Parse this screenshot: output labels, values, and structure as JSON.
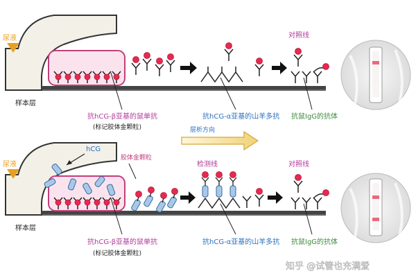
{
  "top": {
    "urine": "尿液",
    "sample_layer": "样本层",
    "ab_line1": "抗hCG-β亚基的鼠单抗",
    "ab_line2": "(标记胶体金颗粒)",
    "goat_ab": "抗hCG-α亚基的山羊多抗",
    "anti_igg": "抗鼠IgG的抗体",
    "control_line": "对照线"
  },
  "flow_direction": "层析方向",
  "bottom": {
    "urine": "尿液",
    "hcg": "hCG",
    "gold_particle": "胶体金颗粒",
    "test_line": "检测线",
    "control_line": "对照线",
    "sample_layer": "样本层",
    "ab_line1": "抗hCG-β亚基的鼠单抗",
    "ab_line2": "(标记胶体金颗粒)",
    "goat_ab": "抗hCG-α亚基的山羊多抗",
    "anti_igg": "抗鼠IgG的抗体"
  },
  "watermark": "知乎 @试管也充满爱",
  "colors": {
    "gold": "#e8294f",
    "pad_border": "#c0407a",
    "pad_fill": "#fbe3ee",
    "magenta_text": "#b03a9a",
    "green_text": "#3d8a3a",
    "blue_text": "#2a6fc0",
    "antigen": "#a8c8ea",
    "urine_arrow": "#e8a020"
  }
}
